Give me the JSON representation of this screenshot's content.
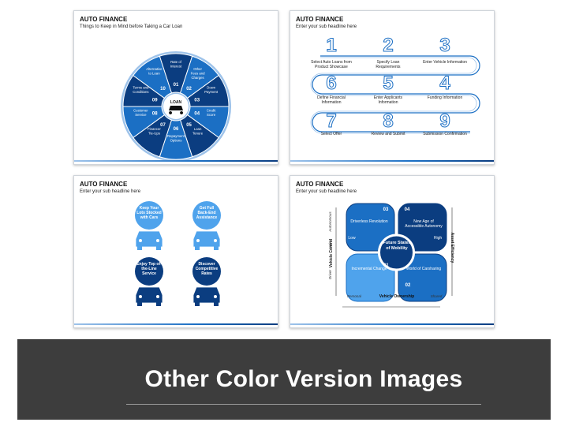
{
  "slide1": {
    "title": "AUTO FINANCE",
    "subtitle": "Things to Keep in Mind before Taking a Car Loan",
    "center": "LOAN",
    "segments": [
      {
        "num": "01",
        "label": "Rate of Interest"
      },
      {
        "num": "02",
        "label": "Other Fees and Charges"
      },
      {
        "num": "03",
        "label": "Down Payment"
      },
      {
        "num": "04",
        "label": "Credit Score"
      },
      {
        "num": "05",
        "label": "Loan Tenure"
      },
      {
        "num": "06",
        "label": "Repayment Options"
      },
      {
        "num": "07",
        "label": "Financer Tie-Ups"
      },
      {
        "num": "08",
        "label": "Customer Service"
      },
      {
        "num": "09",
        "label": "Terms and Conditions"
      },
      {
        "num": "10",
        "label": "Alternative to Loan"
      }
    ]
  },
  "slide2": {
    "title": "AUTO FINANCE",
    "subtitle": "Enter your sub headline here",
    "steps": [
      {
        "num": "1",
        "label": "Select Auto Loans from Product Showcase"
      },
      {
        "num": "2",
        "label": "Specify Loan Requirements"
      },
      {
        "num": "3",
        "label": "Enter Vehicle Information"
      },
      {
        "num": "6",
        "label": "Define Financial Information"
      },
      {
        "num": "5",
        "label": "Enter Applicants Information"
      },
      {
        "num": "4",
        "label": "Funding Information"
      },
      {
        "num": "7",
        "label": "Select Offer"
      },
      {
        "num": "8",
        "label": "Review and Submit"
      },
      {
        "num": "9",
        "label": "Submission Confirmation"
      }
    ]
  },
  "slide3": {
    "title": "AUTO FINANCE",
    "subtitle": "Enter your sub headline here",
    "items": [
      {
        "label": "Keep Your Lots Stocked with Cars"
      },
      {
        "label": "Get Full Back-End Assistance"
      },
      {
        "label": "Enjoy Top of-the-Line Service"
      },
      {
        "label": "Discover Competitive Rates"
      }
    ]
  },
  "slide4": {
    "title": "AUTO FINANCE",
    "subtitle": "Enter your sub headline here",
    "center": "Future States of Mobility",
    "quadrants": [
      {
        "num": "03",
        "label": "Driverless Revolution"
      },
      {
        "num": "04",
        "label": "New Age of Accessible Autonomy"
      },
      {
        "num": "01",
        "label": "Incremental Change"
      },
      {
        "num": "02",
        "label": "World of Carsharing"
      }
    ],
    "y_axis": "Vehicle Control",
    "y_top": "Autonomous",
    "y_bottom": "Driver",
    "y_assist": "Assist",
    "x_axis": "Vehicle Ownership",
    "x_left": "Personal",
    "x_right": "Shared",
    "right_axis": "Asset Efficiency",
    "low": "Low",
    "high": "High"
  },
  "banner": {
    "text": "Other Color Version Images"
  },
  "colors": {
    "dark": "#0b3d80",
    "mid": "#1b6fc4",
    "light": "#4fa3ec",
    "banner": "#3d3d3d"
  }
}
